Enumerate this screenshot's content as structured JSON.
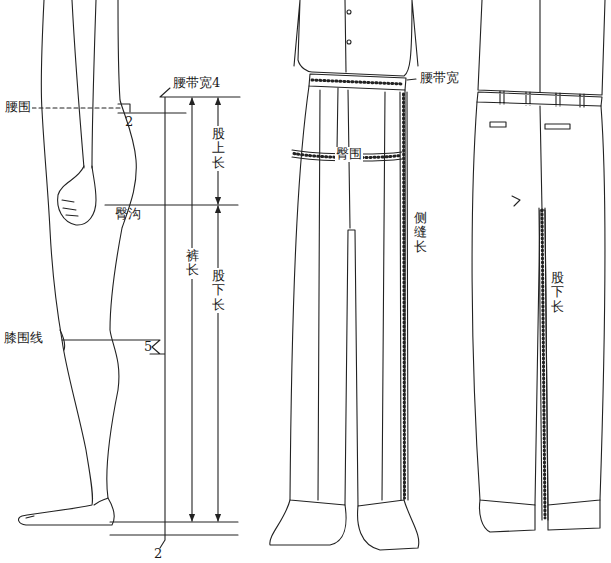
{
  "diagram": {
    "labels": [
      "腰带宽4",
      "腰围",
      "2",
      "股上长",
      "臀沟",
      "裤长",
      "股下长",
      "膝围线",
      "5",
      "2",
      "腰带宽",
      "臀围",
      "侧缝长",
      "股下长"
    ]
  }
}
